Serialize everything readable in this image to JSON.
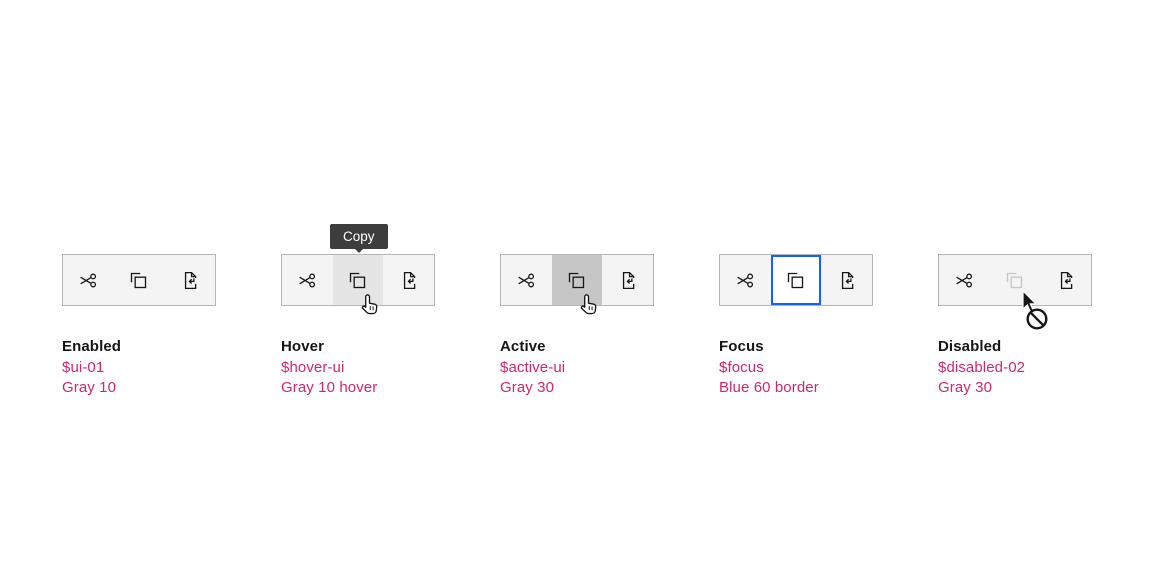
{
  "colors": {
    "page_bg": "#ffffff",
    "heading": "#161616",
    "token": "#d02670",
    "icon": "#161616",
    "toolbar_bg": "#f4f4f4",
    "toolbar_border": "#b5b5b5",
    "hover_bg": "#e5e5e5",
    "active_bg": "#c6c6c6",
    "focus_border": "#0f62fe",
    "focus_bg": "#ffffff",
    "disabled_icon": "#c6c6c6",
    "tooltip_bg": "#3d3d3d",
    "tooltip_text": "#ffffff"
  },
  "toolbar": {
    "buttons": [
      {
        "name": "cut",
        "icon": "cut-icon"
      },
      {
        "name": "copy",
        "icon": "copy-icon"
      },
      {
        "name": "paste",
        "icon": "paste-icon"
      }
    ]
  },
  "tooltip": {
    "label": "Copy"
  },
  "cursors": {
    "hand": "pointer-hand-cursor",
    "blocked": "arrow-blocked-cursor"
  },
  "states": [
    {
      "heading": "Enabled",
      "token": "$ui-01",
      "value": "Gray 10"
    },
    {
      "heading": "Hover",
      "token": "$hover-ui",
      "value": "Gray 10 hover"
    },
    {
      "heading": "Active",
      "token": "$active-ui",
      "value": "Gray 30"
    },
    {
      "heading": "Focus",
      "token": "$focus",
      "value": "Blue 60 border"
    },
    {
      "heading": "Disabled",
      "token": "$disabled-02",
      "value": "Gray 30"
    }
  ]
}
